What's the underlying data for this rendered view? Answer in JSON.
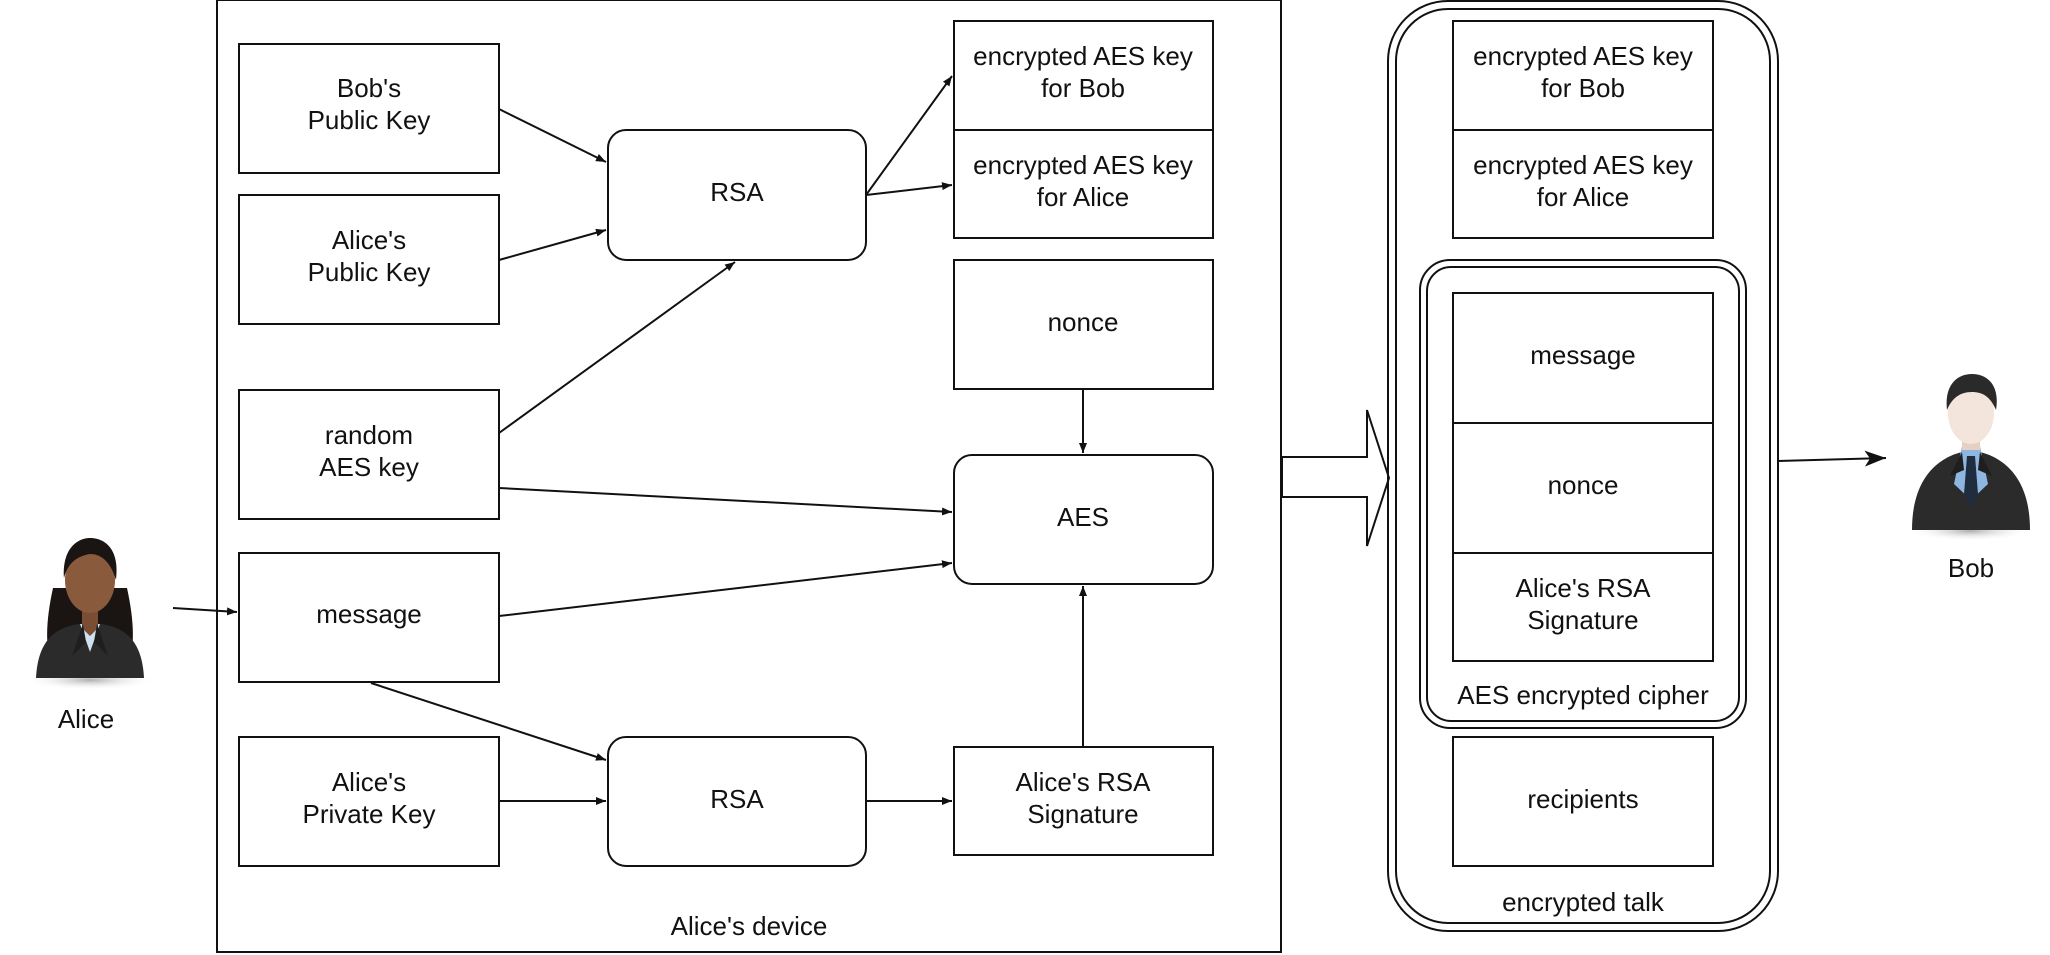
{
  "actors": {
    "sender": "Alice",
    "receiver": "Bob"
  },
  "device": {
    "label": "Alice's device",
    "inputs": {
      "bob_public_key": [
        "Bob's",
        "Public Key"
      ],
      "alice_public_key": [
        "Alice's",
        "Public Key"
      ],
      "random_aes_key": [
        "random",
        "AES key"
      ],
      "message": [
        "message"
      ],
      "alice_private_key": [
        "Alice's",
        "Private Key"
      ]
    },
    "processes": {
      "rsa_encrypt": "RSA",
      "rsa_sign": "RSA",
      "aes": "AES"
    },
    "outputs": {
      "encrypted_key_bob": [
        "encrypted AES key",
        "for Bob"
      ],
      "encrypted_key_alice": [
        "encrypted AES key",
        "for Alice"
      ],
      "nonce": [
        "nonce"
      ],
      "signature": [
        "Alice's RSA",
        "Signature"
      ]
    }
  },
  "talk": {
    "label": "encrypted talk",
    "encrypted_key_bob": [
      "encrypted AES key",
      "for Bob"
    ],
    "encrypted_key_alice": [
      "encrypted AES key",
      "for Alice"
    ],
    "cipher": {
      "label": "AES encrypted cipher",
      "message": [
        "message"
      ],
      "nonce": [
        "nonce"
      ],
      "signature": [
        "Alice's RSA",
        "Signature"
      ]
    },
    "recipients": [
      "recipients"
    ]
  },
  "colors": {
    "stroke": "#111111",
    "background": "#ffffff",
    "skin_alice": "#8a5a3c",
    "skin_bob": "#f3e4dc",
    "hair_alice": "#1a1412",
    "hair_bob": "#2a2a2a",
    "suit": "#2b2b2b",
    "shirt_alice": "#cfe0ee",
    "shirt_bob": "#8fb6e0",
    "tie_bob": "#1f2d3f"
  },
  "icons": {
    "sender_avatar": "businesswoman-avatar-icon",
    "receiver_avatar": "businessman-avatar-icon"
  }
}
